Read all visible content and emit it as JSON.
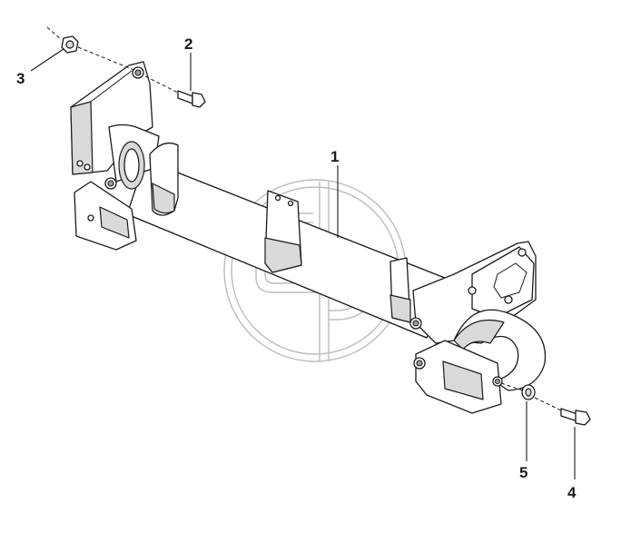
{
  "callouts": {
    "part_1": "1",
    "part_2": "2",
    "part_3": "3",
    "part_4": "4",
    "part_5": "5"
  },
  "colors": {
    "line": "#1a1a1a",
    "shade": "#d9d9d9",
    "watermark": "#bdbdbd"
  }
}
